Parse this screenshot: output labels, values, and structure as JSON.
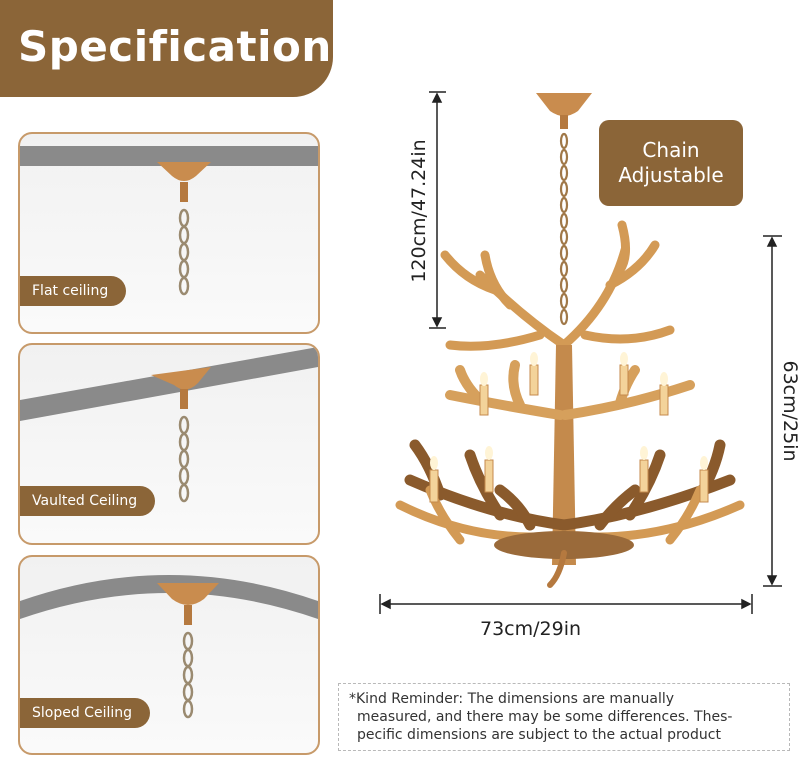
{
  "header": {
    "title": "Specification"
  },
  "ceilings": [
    {
      "label": "Flat ceiling"
    },
    {
      "label": "Vaulted Ceiling"
    },
    {
      "label": "Sloped Ceiling"
    }
  ],
  "badge": {
    "line1": "Chain",
    "line2": "Adjustable"
  },
  "dimensions": {
    "chain_length": "120cm/47.24in",
    "height": "63cm/25in",
    "width": "73cm/29in"
  },
  "reminder": {
    "line1": "*Kind Reminder: The dimensions are manually",
    "line2": "measured, and there may be some differences. Thes-",
    "line3": "pecific dimensions are subject to the actual product"
  }
}
